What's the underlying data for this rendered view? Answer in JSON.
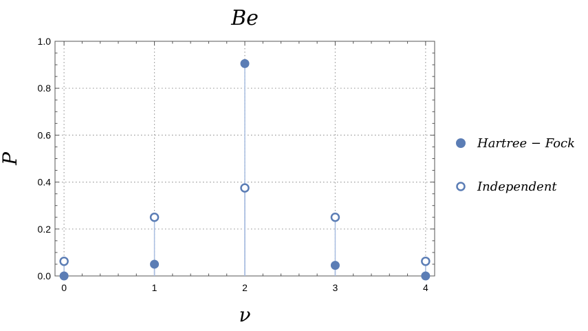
{
  "chart_data": {
    "type": "scatter",
    "title": "Be",
    "xlabel": "ν",
    "ylabel": "P",
    "xlim": [
      -0.1,
      4.1
    ],
    "ylim": [
      0,
      1.0
    ],
    "x_ticks": [
      "0",
      "1",
      "2",
      "3",
      "4"
    ],
    "y_ticks": [
      "0.0",
      "0.2",
      "0.4",
      "0.6",
      "0.8",
      "1.0"
    ],
    "grid": "dotted",
    "legend_position": "right",
    "x": [
      0,
      1,
      2,
      3,
      4
    ],
    "series": [
      {
        "name": "Hartree − Fock",
        "marker": "filled-circle",
        "color": "#5b7db5",
        "values": [
          0.0,
          0.05,
          0.905,
          0.045,
          0.0
        ]
      },
      {
        "name": "Independent",
        "marker": "open-circle",
        "color": "#5b7db5",
        "values": [
          0.0625,
          0.25,
          0.375,
          0.25,
          0.0625
        ]
      }
    ]
  }
}
